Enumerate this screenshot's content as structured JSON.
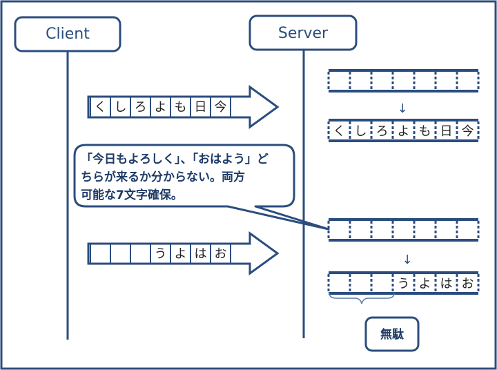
{
  "client_label": "Client",
  "server_label": "Server",
  "arrow_top_cells": [
    "く",
    "し",
    "ろ",
    "よ",
    "も",
    "日",
    "今"
  ],
  "arrow_bottom_cells": [
    "",
    "",
    "",
    "う",
    "よ",
    "は",
    "お"
  ],
  "server_buffer_top_cells": [
    "く",
    "し",
    "ろ",
    "よ",
    "も",
    "日",
    "今"
  ],
  "server_buffer_bottom_cells": [
    "",
    "",
    "",
    "う",
    "よ",
    "は",
    "お"
  ],
  "callout_lines": [
    "「今日もよろしく」、「おはよう」ど",
    "ちらが来るか分からない。両方",
    "可能な7文字確保。"
  ],
  "waste_label": "無駄",
  "down_arrow_glyph": "↓",
  "colors": {
    "stroke": "#2b4d7e",
    "fill": "#ffffff"
  }
}
